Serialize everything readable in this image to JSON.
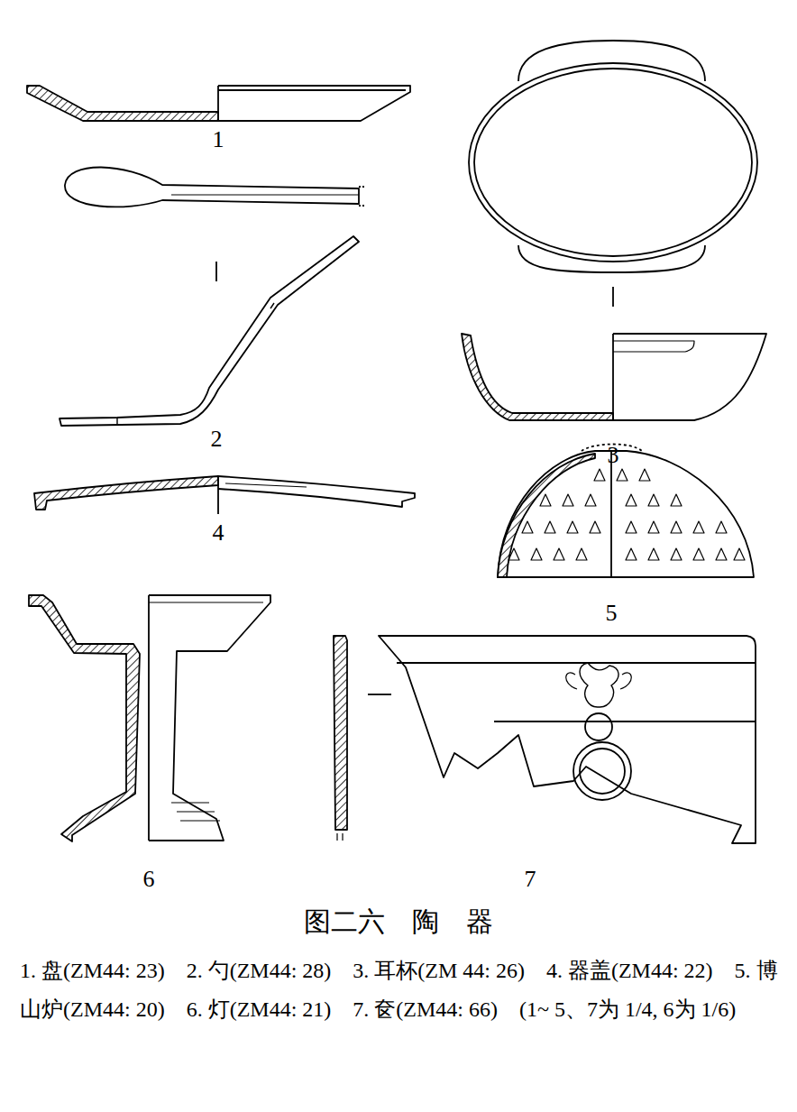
{
  "diagram": {
    "title": "图二六　陶　器",
    "caption": "1. 盘(ZM44: 23)　2. 勺(ZM44: 28)　3. 耳杯(ZM 44: 26)　4. 器盖(ZM44: 22)　5. 博山炉(ZM44: 20)　6. 灯(ZM44: 21)　7. 奁(ZM44: 66)　(1~ 5、7为 1/4, 6为 1/6)",
    "labels": [
      "1",
      "2",
      "3",
      "4",
      "5",
      "6",
      "7"
    ]
  }
}
